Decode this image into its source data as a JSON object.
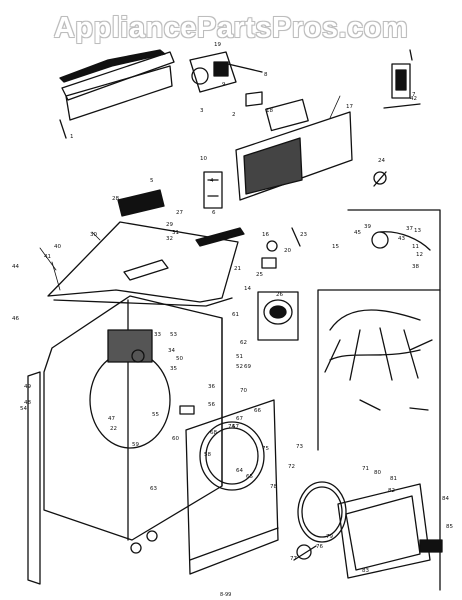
{
  "watermark": "AppliancePartsPros.com",
  "colors": {
    "ink": "#111111",
    "paper": "#ffffff",
    "watermark_outline": "#bdbdbd"
  },
  "part_labels": [
    "1",
    "2",
    "3",
    "4",
    "5",
    "6",
    "7",
    "8",
    "9",
    "10",
    "11",
    "12",
    "13",
    "14",
    "15",
    "16",
    "17",
    "18",
    "19",
    "20",
    "21",
    "22",
    "23",
    "24",
    "25",
    "26",
    "27",
    "28",
    "29",
    "30",
    "31",
    "32",
    "33",
    "34",
    "35",
    "36",
    "37",
    "38",
    "39",
    "40",
    "41",
    "42",
    "43",
    "44",
    "45",
    "46",
    "47",
    "48",
    "49",
    "50",
    "51",
    "52",
    "53",
    "54",
    "55",
    "56",
    "57",
    "58",
    "59",
    "60",
    "61",
    "62",
    "63",
    "64",
    "65",
    "66",
    "67",
    "68",
    "69",
    "70",
    "71",
    "72",
    "73",
    "74",
    "75",
    "76",
    "77",
    "78",
    "79",
    "80",
    "81",
    "82",
    "83",
    "84",
    "85"
  ],
  "stamp": "8-99"
}
